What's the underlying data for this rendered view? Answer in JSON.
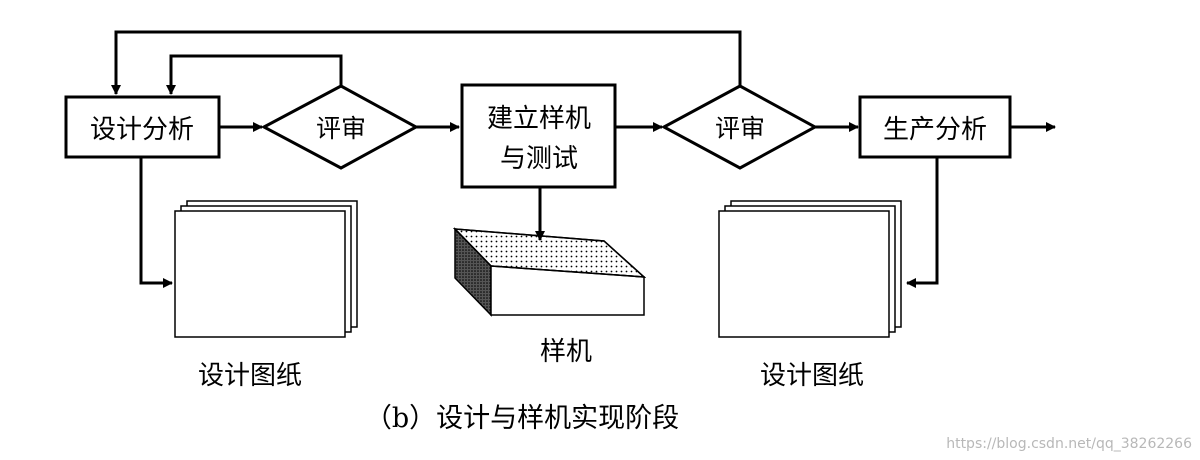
{
  "nodes": {
    "design_analysis": "设计分析",
    "review_1": "评审",
    "build_prototype_line1": "建立样机",
    "build_prototype_line2": "与测试",
    "review_2": "评审",
    "production_analysis": "生产分析"
  },
  "outputs": {
    "drawings_left": "设计图纸",
    "prototype": "样机",
    "drawings_right": "设计图纸"
  },
  "caption": "（b）设计与样机实现阶段",
  "watermark": "https://blog.csdn.net/qq_38262266"
}
